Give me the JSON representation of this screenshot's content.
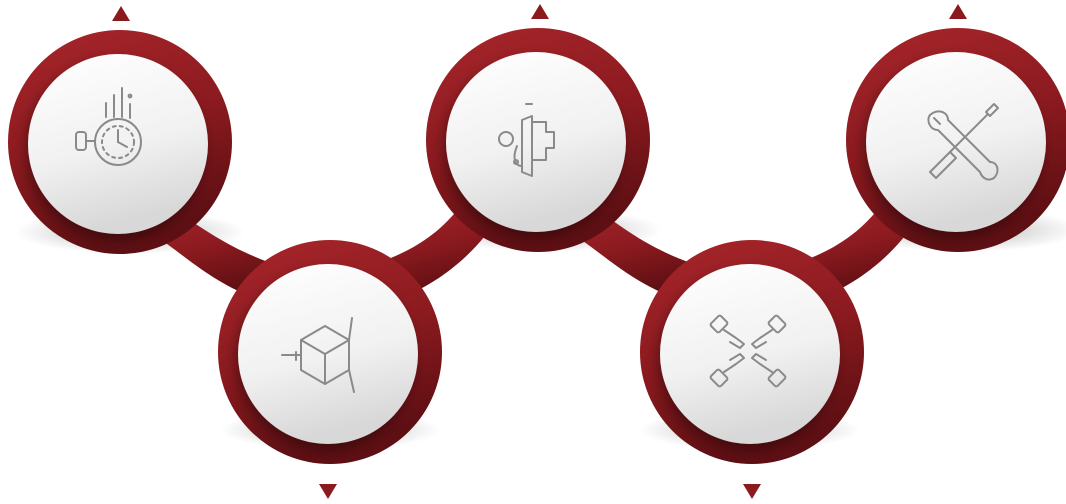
{
  "colors": {
    "accent": "#8b1a1f",
    "accent_dark": "#5e0f13",
    "accent_light": "#a8262b",
    "disc_light": "#fafafa",
    "disc_dark": "#dcdcdc",
    "icon_stroke": "#8a8a8a"
  },
  "steps": [
    {
      "icon": "stopwatch-icon",
      "position": "top",
      "arrow": "up"
    },
    {
      "icon": "cube-icon",
      "position": "bottom",
      "arrow": "down"
    },
    {
      "icon": "plug-icon",
      "position": "top",
      "arrow": "up"
    },
    {
      "icon": "teamwork-hands-icon",
      "position": "bottom",
      "arrow": "down"
    },
    {
      "icon": "tools-icon",
      "position": "top",
      "arrow": "up"
    }
  ]
}
